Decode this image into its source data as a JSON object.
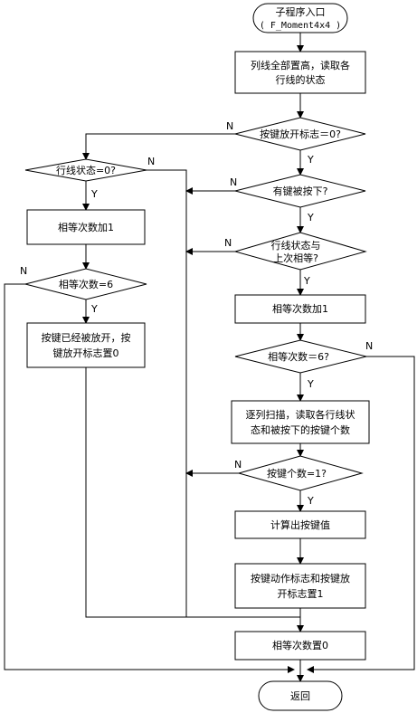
{
  "nodes": {
    "start_line1": "子程序入口",
    "start_line2": "( F_Moment4x4 )",
    "read_rows_1": "列线全部置高，读取各",
    "read_rows_2": "行线的状态",
    "release_flag_check": "按键放开标志＝0?",
    "row_state_check": "行线状态=0?",
    "key_pressed_check": "有键被按下?",
    "inc_equal_count_left": "相等次数加1",
    "row_same_check_1": "行线状态与",
    "row_same_check_2": "上次相等?",
    "equal_count_check_left": "相等次数=6",
    "inc_equal_count_right": "相等次数加1",
    "released_set_1": "按键已经被放开，按",
    "released_set_2": "键放开标志置0",
    "equal_count_check_right": "相等次数＝6?",
    "scan_1": "逐列扫描，读取各行线状",
    "scan_2": "态和被按下的按键个数",
    "key_count_check": "按键个数=1?",
    "calc_key_value": "计算出按键值",
    "set_flags_1": "按键动作标志和按键放",
    "set_flags_2": "开标志置1",
    "reset_equal_count": "相等次数置0",
    "return": "返回"
  },
  "labels": {
    "yes": "Y",
    "no": "N"
  }
}
